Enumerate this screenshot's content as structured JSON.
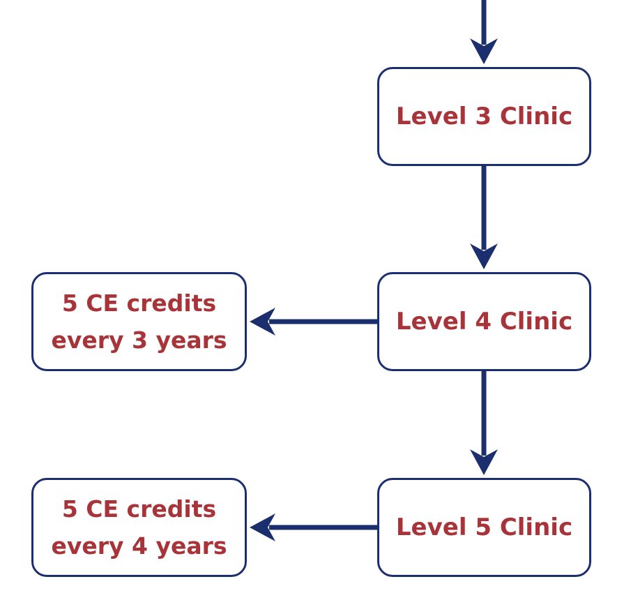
{
  "diagram": {
    "colors": {
      "connector": "#1b2f6e",
      "node_border": "#1b2f6e",
      "node_text": "#a8343a",
      "node_fill": "#ffffff"
    },
    "nodes": {
      "level3": {
        "label": "Level 3 Clinic"
      },
      "level4": {
        "label": "Level 4 Clinic"
      },
      "level5": {
        "label": "Level 5 Clinic"
      },
      "credit_level4": {
        "line1": "5 CE credits",
        "line2": "every 3 years"
      },
      "credit_level5": {
        "line1": "5 CE credits",
        "line2": "every 4 years"
      }
    },
    "edges": [
      {
        "from": "off-page-above",
        "to": "level3"
      },
      {
        "from": "level3",
        "to": "level4"
      },
      {
        "from": "level4",
        "to": "level5"
      },
      {
        "from": "level4",
        "to": "credit_level4"
      },
      {
        "from": "level5",
        "to": "credit_level5"
      }
    ]
  }
}
